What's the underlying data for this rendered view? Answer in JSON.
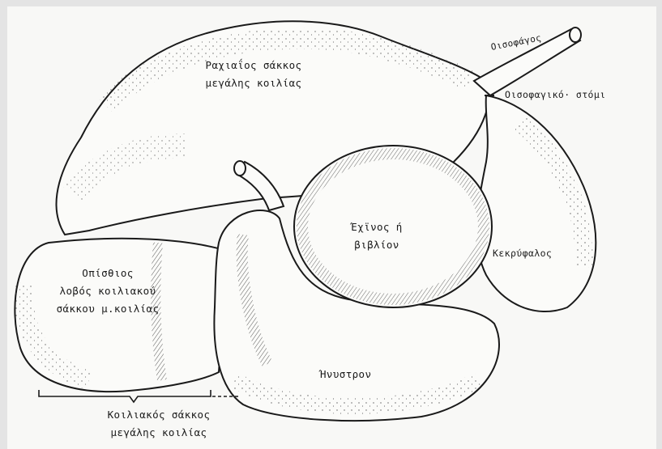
{
  "diagram": {
    "labels": {
      "dorsal_sac_line1": "Ραχιαΐος σάκκος",
      "dorsal_sac_line2": "μεγάλης κοιλίας",
      "esophagus": "Οισοφάγος",
      "esophageal_orifice": "Οισοφαγικό· στόμι",
      "omasum_line1": "Έχϊνος ή",
      "omasum_line2": "βιβλίον",
      "reticulum": "Κεκρύφαλος",
      "posterior_lobe_line1": "Οπίσθιος",
      "posterior_lobe_line2": "λοβός κοιλιακού",
      "posterior_lobe_line3": "σάκκου μ.κοιλίας",
      "abomasum": "Ήνυστρον",
      "ventral_sac_line1": "Κοιλιακός σάκκος",
      "ventral_sac_line2": "μεγάλης κοιλίας"
    },
    "colors": {
      "ink": "#1a1a1a",
      "paper": "#f8f8f6",
      "border": "#e4e4e4"
    }
  }
}
